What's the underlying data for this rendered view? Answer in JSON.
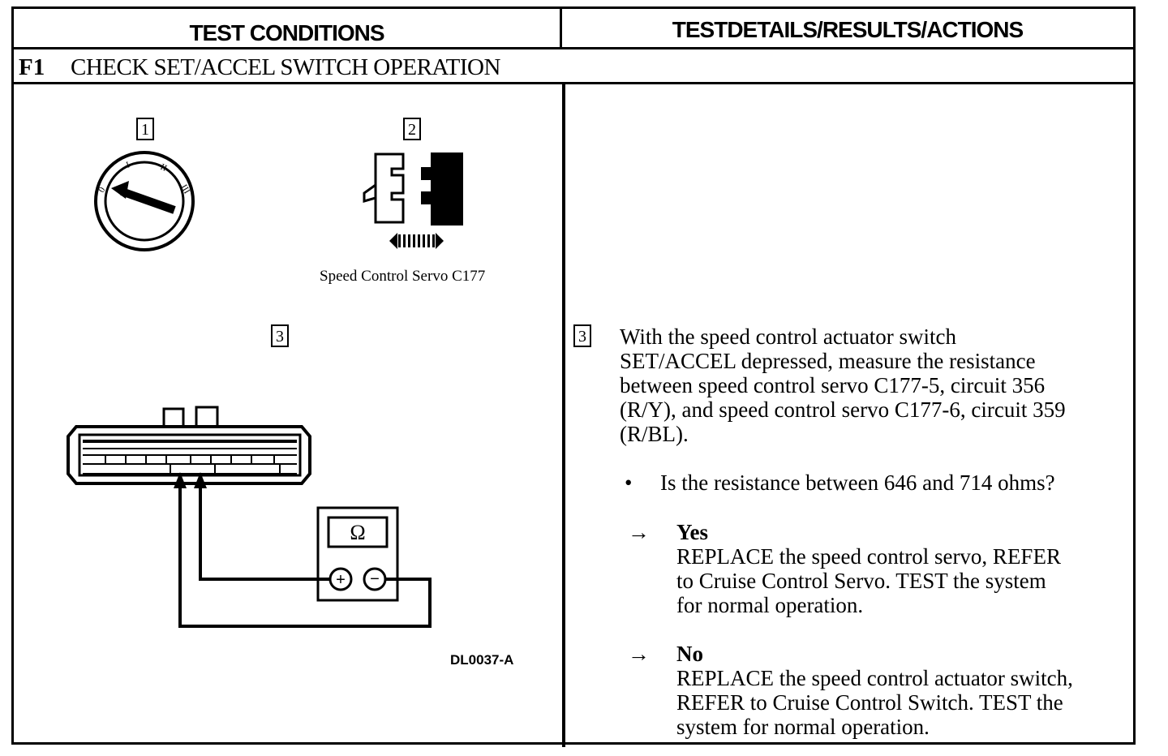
{
  "header": {
    "left_title": "TEST CONDITIONS",
    "right_title": "TESTDETAILS/RESULTS/ACTIONS"
  },
  "step": {
    "id": "F1",
    "title": "CHECK SET/ACCEL SWITCH OPERATION"
  },
  "figure": {
    "callout_1": "1",
    "callout_2": "2",
    "callout_3": "3",
    "connector_caption": "Speed Control Servo C177",
    "ohm_symbol": "Ω",
    "plus_symbol": "+",
    "minus_symbol": "−",
    "figure_id": "DL0037-A",
    "ignition_positions": [
      "0",
      "I",
      "II",
      "III"
    ]
  },
  "details": {
    "callout": "3",
    "instruction_lines": [
      "With the speed control actuator switch",
      "SET/ACCEL depressed, measure the resistance",
      "between speed control servo C177-5, circuit 356",
      "(R/Y), and speed control servo C177-6, circuit 359",
      "(R/BL)."
    ],
    "bullet": "•",
    "question": "Is the resistance between 646 and 714 ohms?",
    "yes": {
      "arrow": "→",
      "label": "Yes",
      "lines": [
        "REPLACE the speed control servo, REFER",
        "to Cruise Control Servo. TEST the system",
        "for normal operation."
      ]
    },
    "no": {
      "arrow": "→",
      "label": "No",
      "lines": [
        "REPLACE the speed control actuator switch,",
        "REFER to Cruise Control Switch. TEST the",
        "system for normal operation."
      ]
    }
  }
}
